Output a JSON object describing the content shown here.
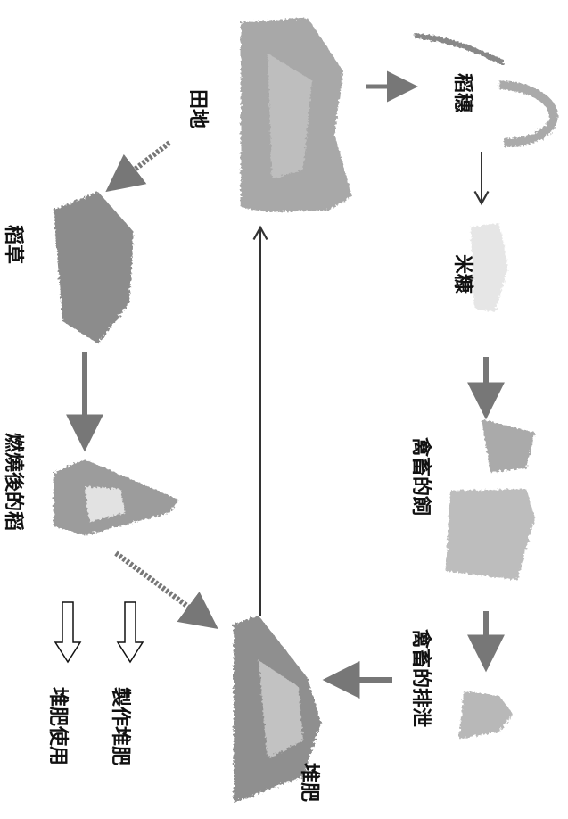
{
  "diagram": {
    "nodes": {
      "rice_ear": "稻穗",
      "rice_bran": "米糠",
      "feed": "禽畜的飼",
      "excrement": "禽畜的排泄",
      "compost": "堆肥",
      "field": "田地",
      "straw": "稻草",
      "burned": "燃燒後的稻"
    },
    "outputs": {
      "make_compost": "製作堆肥",
      "use_compost": "堆肥使用"
    }
  },
  "colors": {
    "ink": "#111111",
    "arrow": "#777777",
    "texture": "#8a8a8a"
  }
}
